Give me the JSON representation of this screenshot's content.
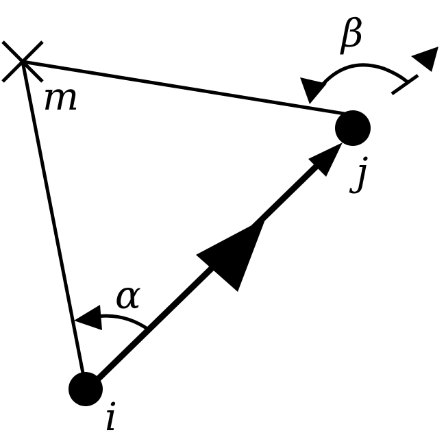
{
  "labels": {
    "m": "m",
    "i": "i",
    "j": "j",
    "alpha": "α",
    "beta": "β"
  },
  "colors": {
    "ink": "#000000",
    "background": "#ffffff"
  }
}
